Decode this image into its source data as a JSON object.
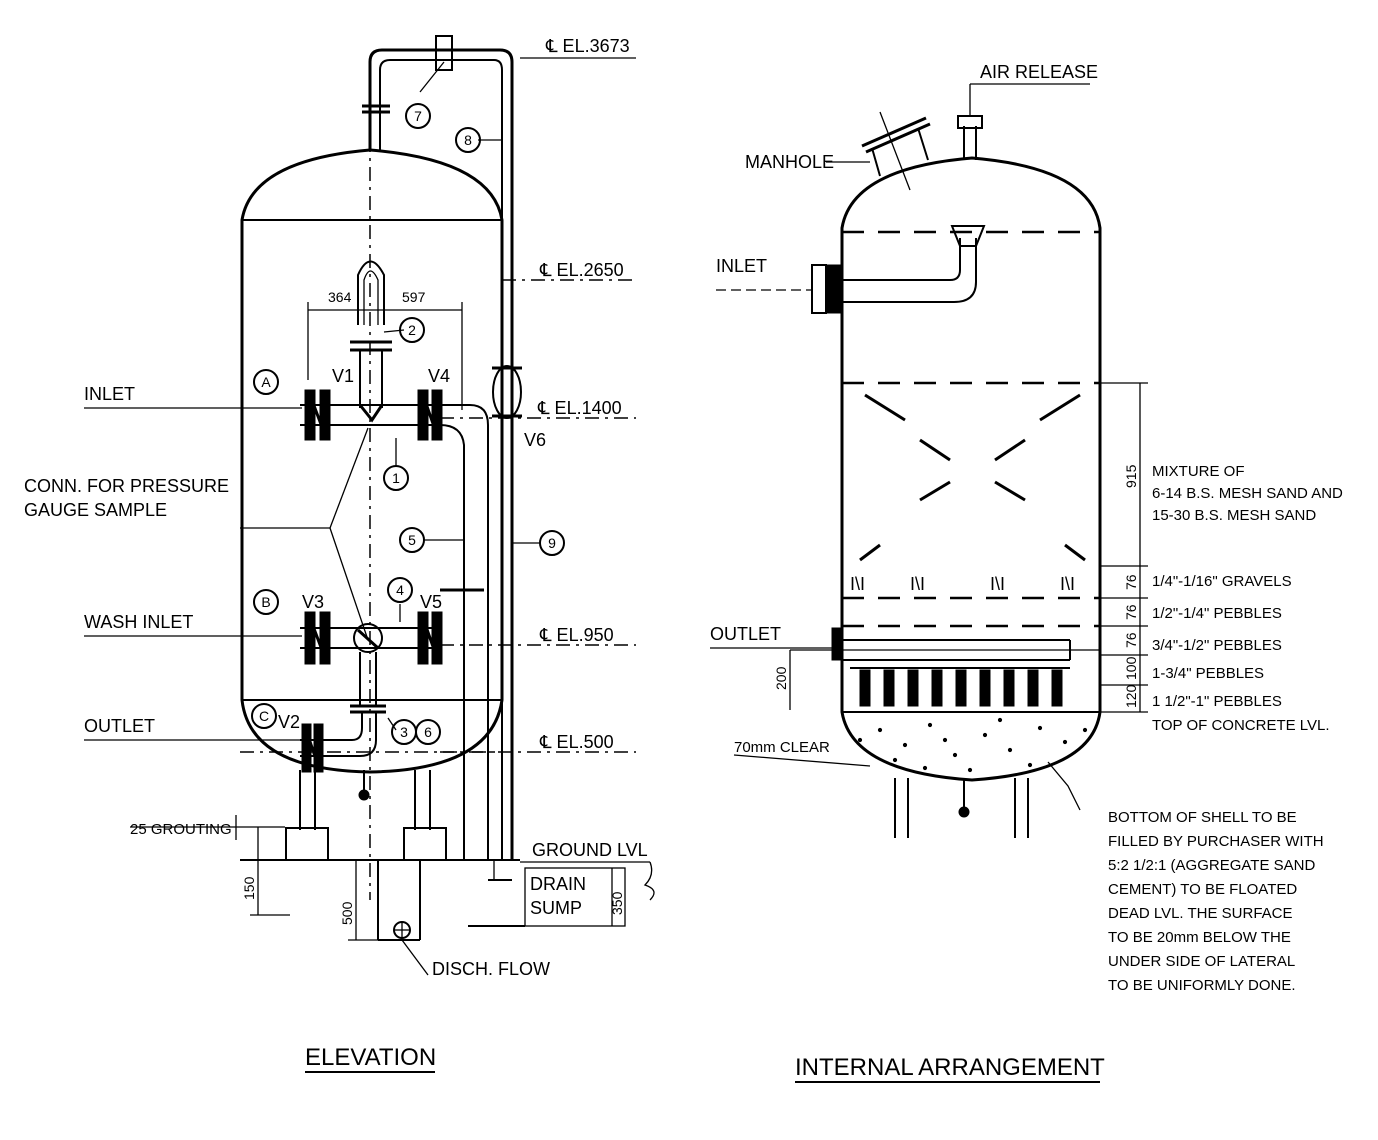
{
  "elevation": {
    "title": "ELEVATION",
    "elevations": [
      "℄ EL.3673",
      "℄ EL.2650",
      "℄ EL.1400",
      "℄ EL.950",
      "℄ EL.500"
    ],
    "labels": {
      "inlet": "INLET",
      "conn_line1": "CONN. FOR PRESSURE",
      "conn_line2": "GAUGE SAMPLE",
      "wash_inlet": "WASH INLET",
      "outlet": "OUTLET",
      "grouting": "25 GROUTING",
      "ground": "GROUND LVL",
      "drain": "DRAIN",
      "sump": "SUMP",
      "disch": "DISCH. FLOW"
    },
    "valves": [
      "V1",
      "V4",
      "V3",
      "V5",
      "V2",
      "V6"
    ],
    "balloons": [
      "7",
      "8",
      "2",
      "1",
      "5",
      "9",
      "4",
      "3",
      "6"
    ],
    "marks": [
      "A",
      "B",
      "C"
    ],
    "dims": {
      "d364": "364",
      "d597": "597",
      "d150": "150",
      "d500": "500",
      "d350": "350"
    }
  },
  "internal": {
    "title": "INTERNAL ARRANGEMENT",
    "labels": {
      "air_release": "AIR RELEASE",
      "manhole": "MANHOLE",
      "inlet": "INLET",
      "outlet": "OUTLET",
      "clear": "70mm CLEAR"
    },
    "layers": [
      {
        "dim": "915",
        "lines": [
          "MIXTURE OF",
          "6-14 B.S. MESH SAND AND",
          "15-30 B.S. MESH SAND"
        ]
      },
      {
        "dim": "76",
        "lines": [
          "1/4\"-1/16\" GRAVELS"
        ]
      },
      {
        "dim": "76",
        "lines": [
          "1/2\"-1/4\" PEBBLES"
        ]
      },
      {
        "dim": "76",
        "lines": [
          "3/4\"-1/2\" PEBBLES"
        ]
      },
      {
        "dim": "100",
        "lines": [
          "1-3/4\" PEBBLES"
        ]
      },
      {
        "dim": "120",
        "lines": [
          "1 1/2\"-1\" PEBBLES"
        ]
      }
    ],
    "concrete": "TOP OF CONCRETE LVL.",
    "dim_outlet": "200",
    "note": [
      "BOTTOM OF SHELL TO BE",
      "FILLED BY PURCHASER WITH",
      "5:2 1/2:1 (AGGREGATE SAND",
      "CEMENT) TO BE FLOATED",
      "DEAD LVL. THE SURFACE",
      "TO BE 20mm BELOW THE",
      "UNDER SIDE OF LATERAL",
      "TO BE UNIFORMLY DONE."
    ]
  }
}
